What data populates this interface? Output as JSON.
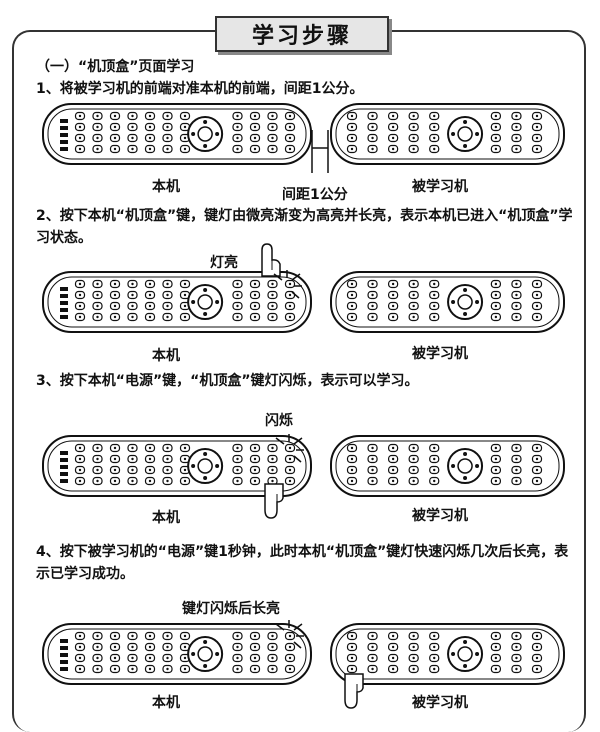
{
  "title": "学习步骤",
  "section": "（一）“机顶盒”页面学习",
  "steps": [
    {
      "text": "1、将被学习机的前端对准本机的前端，间距1公分。"
    },
    {
      "text": "2、按下本机“机顶盒”键，键灯由微亮渐变为高亮并长亮，表示本机已进入“机顶盒”学习状态。",
      "annotation": "灯亮"
    },
    {
      "text": "3、按下本机“电源”键，“机顶盒”键灯闪烁，表示可以学习。",
      "annotation": "闪烁"
    },
    {
      "text": "4、按下被学习机的“电源”键1秒钟，此时本机“机顶盒”键灯快速闪烁几次后长亮，表示已学习成功。",
      "annotation": "键灯闪烁后长亮"
    }
  ],
  "labels": {
    "local": "本机",
    "target": "被学习机",
    "distance": "间距1公分"
  },
  "colors": {
    "ink": "#111111",
    "frame": "#333333",
    "title_bg": "#e6e6e6"
  }
}
